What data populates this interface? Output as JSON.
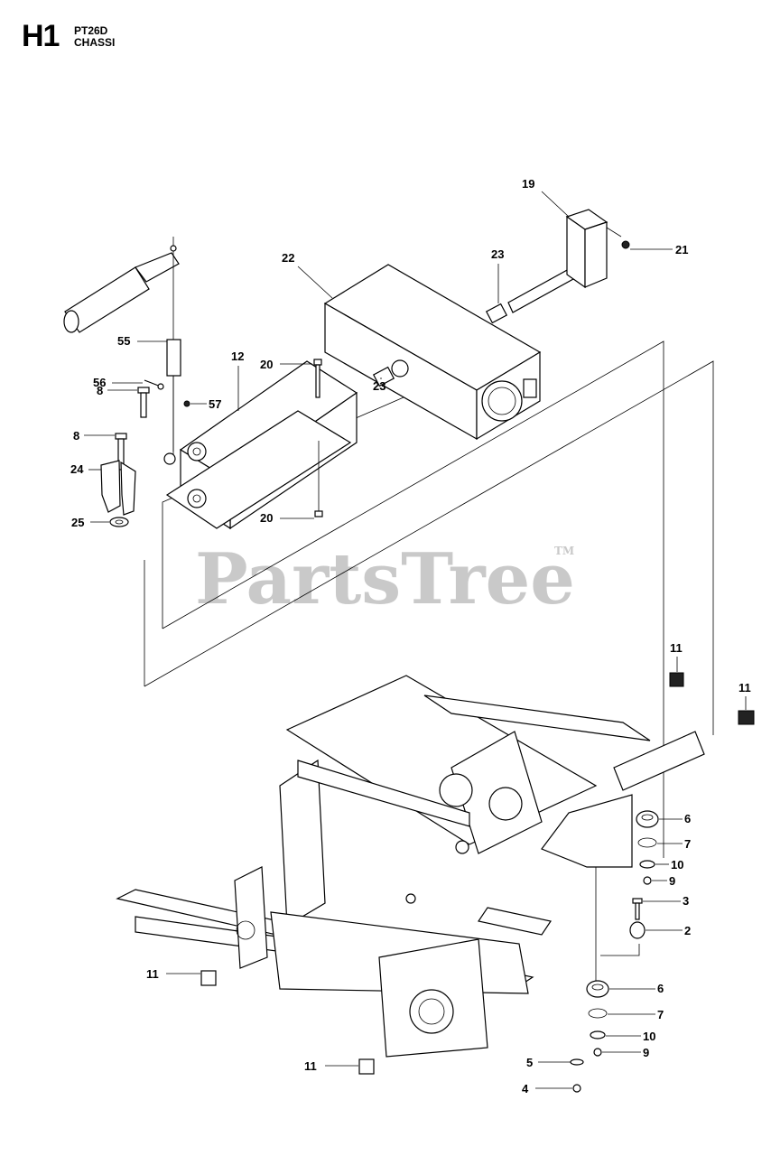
{
  "header": {
    "section_code": "H1",
    "model": "PT26D",
    "title": "CHASSI"
  },
  "watermark": {
    "text": "PartsTree",
    "trademark": "TM"
  },
  "callouts": [
    {
      "label": "19"
    },
    {
      "label": "21"
    },
    {
      "label": "22"
    },
    {
      "label": "23"
    },
    {
      "label": "55"
    },
    {
      "label": "12"
    },
    {
      "label": "20"
    },
    {
      "label": "56"
    },
    {
      "label": "57"
    },
    {
      "label": "8"
    },
    {
      "label": "23"
    },
    {
      "label": "8"
    },
    {
      "label": "24"
    },
    {
      "label": "25"
    },
    {
      "label": "20"
    },
    {
      "label": "11"
    },
    {
      "label": "11"
    },
    {
      "label": "6"
    },
    {
      "label": "7"
    },
    {
      "label": "10"
    },
    {
      "label": "9"
    },
    {
      "label": "3"
    },
    {
      "label": "2"
    },
    {
      "label": "11"
    },
    {
      "label": "6"
    },
    {
      "label": "7"
    },
    {
      "label": "10"
    },
    {
      "label": "5"
    },
    {
      "label": "9"
    },
    {
      "label": "11"
    },
    {
      "label": "4"
    }
  ]
}
